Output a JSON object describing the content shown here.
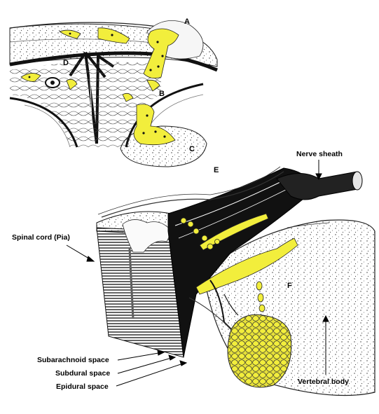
{
  "colors": {
    "yellow": "#f2ee3c",
    "ink": "#111111",
    "paper": "#ffffff",
    "lightfill": "#f4f4f4"
  },
  "letters": {
    "a": "A",
    "b": "B",
    "c": "C",
    "d": "D",
    "e": "E",
    "f": "F"
  },
  "labels": {
    "nerve_sheath": "Nerve sheath",
    "spinal_cord": "Spinal cord (Pia)",
    "subarachnoid": "Subarachnoid space",
    "subdural": "Subdural space",
    "epidural": "Epidural space",
    "vertebral_body": "Vertebral body"
  }
}
